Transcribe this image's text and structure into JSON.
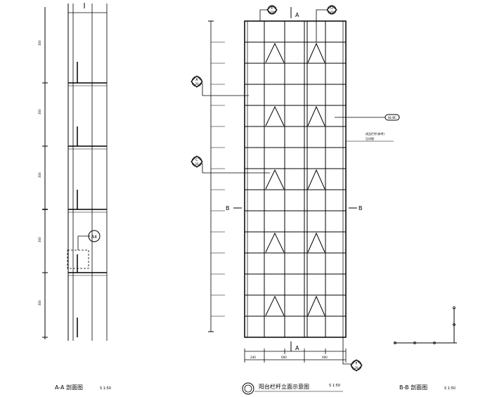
{
  "left_elevation": {
    "title": "A-A 剖面图",
    "scale": "S 1:50",
    "detail_marker": {
      "number": "A4"
    },
    "floor_dims": [
      "300",
      "300",
      "300",
      "300",
      "300"
    ]
  },
  "main_elevation": {
    "title": "阳台栏杆立面示意图",
    "scale": "S 1:50",
    "section_marks": {
      "top": "A",
      "bottom": "A",
      "left": "B",
      "right": "B"
    },
    "top_markers": [
      {
        "number": "E",
        "sheet": "20"
      },
      {
        "number": "D",
        "sheet": "20"
      }
    ],
    "left_markers": [
      {
        "number": "A",
        "sheet": "20"
      },
      {
        "number": "C",
        "sheet": "20"
      }
    ],
    "bottom_marker": {
      "number": "F",
      "sheet": "20"
    },
    "note_tag": "BL-BC",
    "note_text_1": "成品栏杆(参考)",
    "note_text_2": "见详图",
    "bottom_dims": [
      "240",
      "600",
      "600"
    ]
  },
  "right_section": {
    "title": "B-B 剖面图",
    "scale": "S 1:50"
  },
  "colors": {
    "line": "#000000",
    "background": "#ffffff"
  }
}
